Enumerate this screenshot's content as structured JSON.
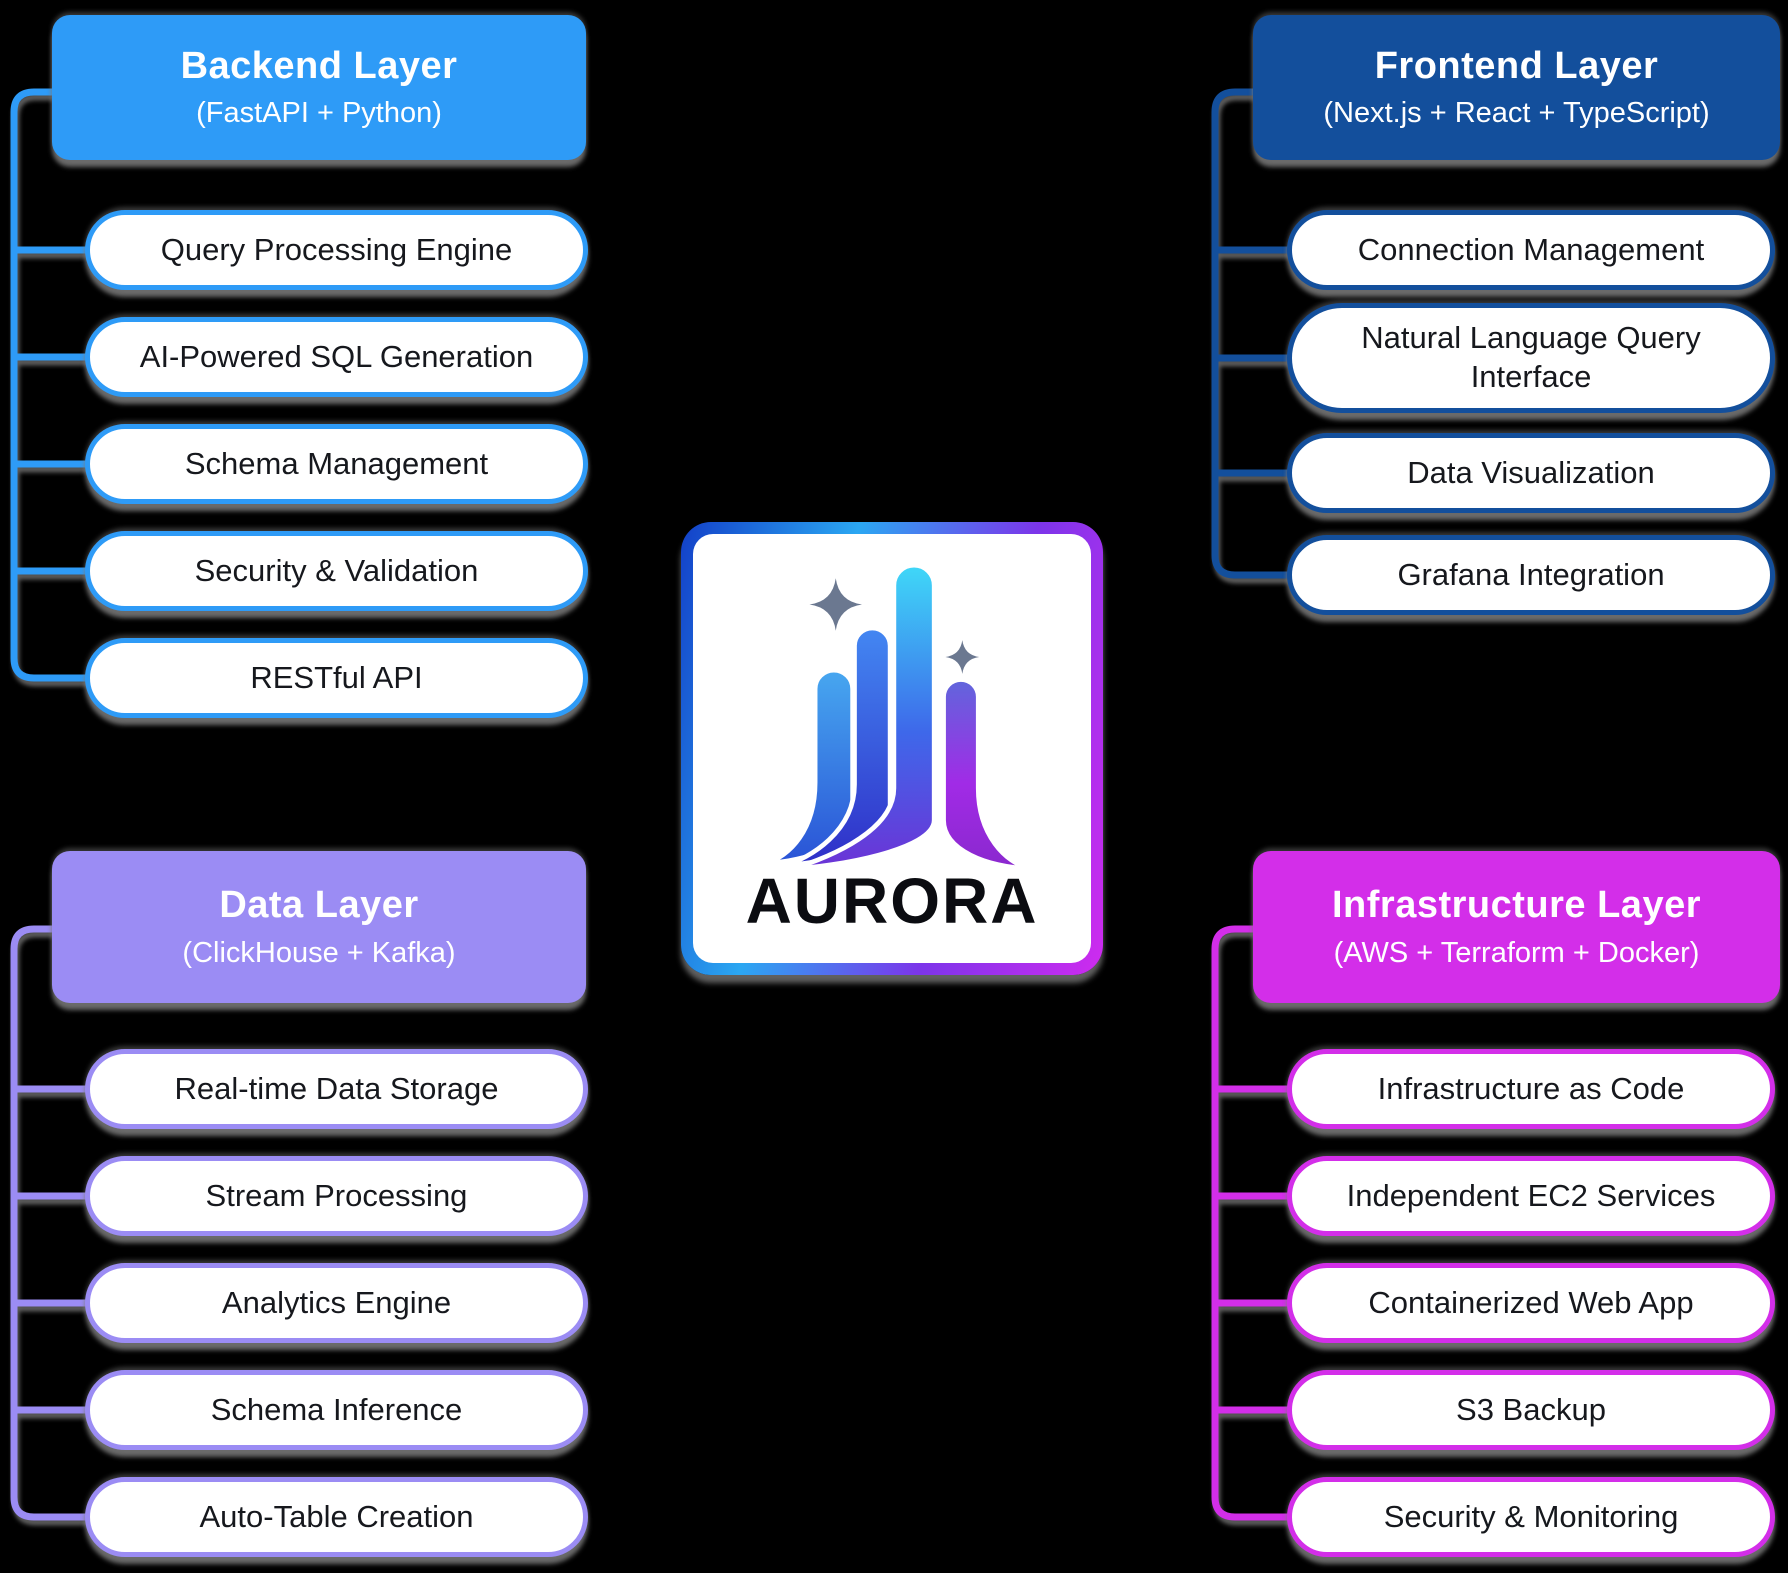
{
  "canvas": {
    "background": "#000000",
    "shadow_color": "#7d7d7d"
  },
  "center": {
    "brand": "AURORA",
    "panel_bg": "#ffffff",
    "border_gradient": [
      "#1340c8",
      "#2ba7f2",
      "#7c35ea",
      "#cf2bef"
    ],
    "sparkle_color": "#6b7890",
    "brand_text_color": "#0b0c11",
    "logo_bar_gradients": {
      "bar1": [
        "#47a7f0",
        "#2a53d6"
      ],
      "bar2": [
        "#4387f2",
        "#2f2fc8"
      ],
      "bar3": [
        "#3fd8f8",
        "#3e68ea",
        "#6c33d6"
      ],
      "bar4": [
        "#6066dc",
        "#a12be6",
        "#8a28ce"
      ]
    }
  },
  "groups": [
    {
      "id": "backend",
      "title": "Backend Layer",
      "subtitle": "(FastAPI + Python)",
      "color": "#2e9bf7",
      "header_text_color": "#ffffff",
      "item_text_color": "#16181d",
      "items": [
        "Query Processing Engine",
        "AI-Powered SQL Generation",
        "Schema Management",
        "Security & Validation",
        "RESTful API"
      ]
    },
    {
      "id": "frontend",
      "title": "Frontend Layer",
      "subtitle": "(Next.js + React + TypeScript)",
      "color": "#134f9c",
      "header_text_color": "#ffffff",
      "item_text_color": "#16181d",
      "items": [
        "Connection Management",
        "Natural Language Query Interface",
        "Data Visualization",
        "Grafana Integration"
      ]
    },
    {
      "id": "data",
      "title": "Data Layer",
      "subtitle": "(ClickHouse + Kafka)",
      "color": "#9b8cf4",
      "header_text_color": "#ffffff",
      "item_text_color": "#16181d",
      "items": [
        "Real-time Data Storage",
        "Stream Processing",
        "Analytics Engine",
        "Schema Inference",
        "Auto-Table Creation"
      ]
    },
    {
      "id": "infrastructure",
      "title": "Infrastructure Layer",
      "subtitle": "(AWS + Terraform + Docker)",
      "color": "#d32ee9",
      "header_text_color": "#ffffff",
      "item_text_color": "#16181d",
      "items": [
        "Infrastructure as Code",
        "Independent EC2 Services",
        "Containerized Web App",
        "S3 Backup",
        "Security & Monitoring"
      ]
    }
  ]
}
